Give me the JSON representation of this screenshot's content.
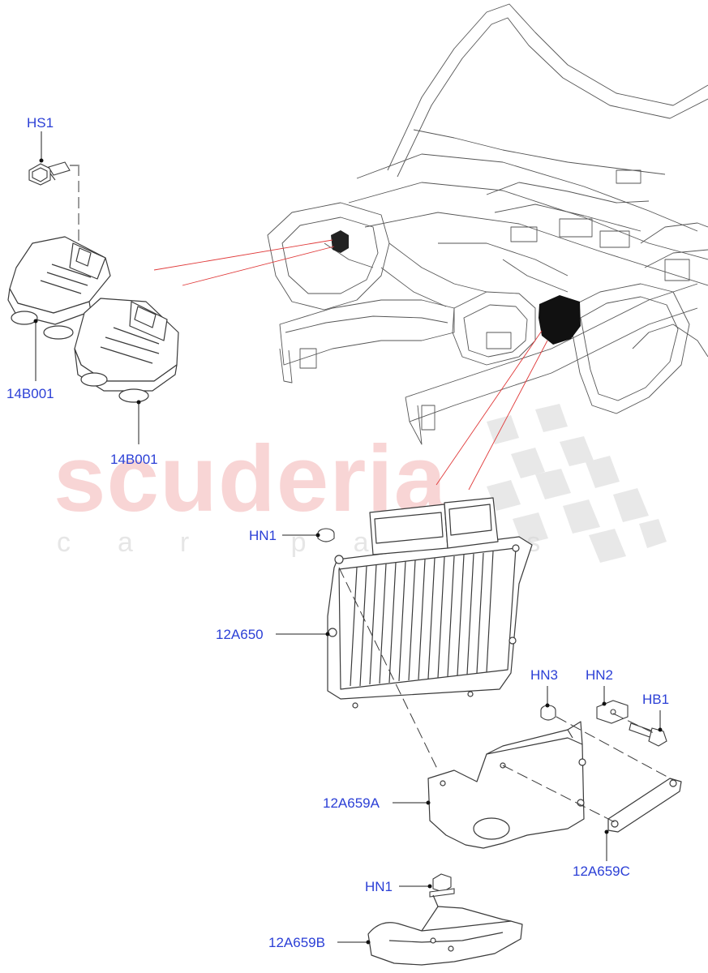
{
  "watermark": {
    "brand": "scuderia",
    "tagline": "car parts",
    "brand_color": "#f3b4b4",
    "tagline_color": "#c8c8c8"
  },
  "colors": {
    "callout_text": "#2b3fd6",
    "leader_line": "#e03a3a",
    "drawing_line": "#3a3a3a"
  },
  "callouts": {
    "hs1": "HS1",
    "b001_upper": "14B001",
    "b001_lower": "14B001",
    "hn1_upper": "HN1",
    "a650": "12A650",
    "hn3": "HN3",
    "hn2": "HN2",
    "hb1": "HB1",
    "a659a": "12A659A",
    "a659c": "12A659C",
    "hn1_lower": "HN1",
    "a659b": "12A659B"
  }
}
